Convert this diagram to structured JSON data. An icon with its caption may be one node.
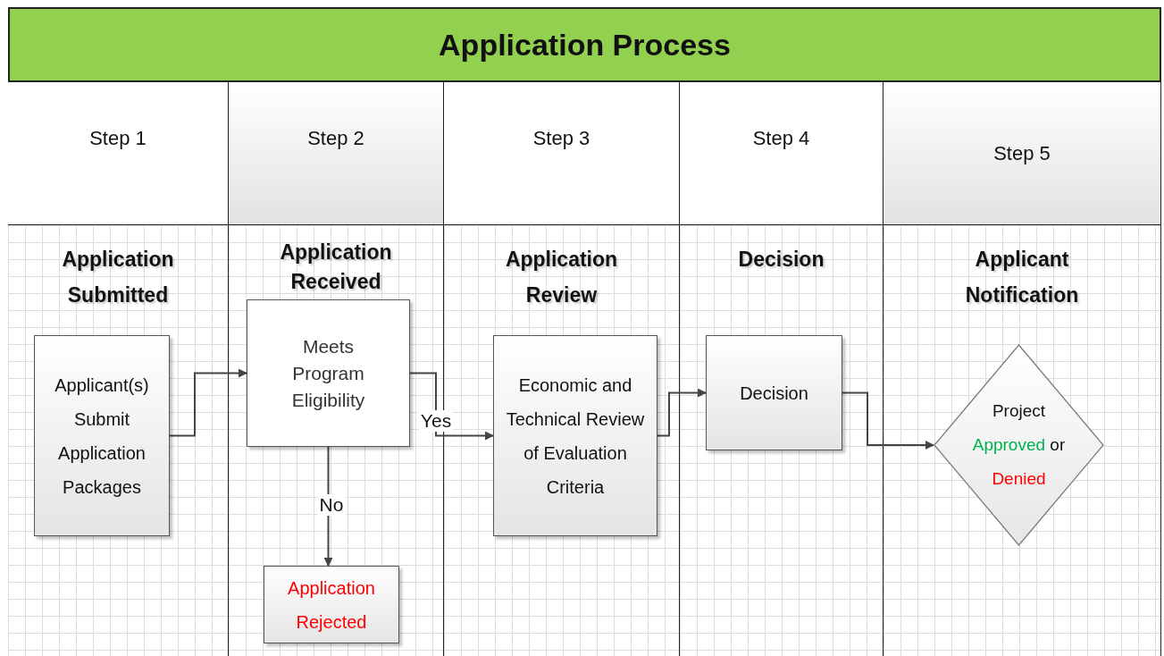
{
  "diagram": {
    "title": "Application Process",
    "nodes": [
      {
        "text": [
          "Step 1",
          "Application Submitted"
        ]
      },
      {
        "text": [
          "Step 2",
          "Application Received"
        ]
      },
      {
        "text": [
          "Step 3",
          "Application Review"
        ]
      },
      {
        "text": [
          "Step 4",
          "Decision"
        ]
      },
      {
        "text": [
          "Step 5",
          "Applicant Notification"
        ]
      },
      {
        "text": [
          "Applicant(s) Submit Application Packages"
        ],
        "in": 0
      },
      {
        "text": [
          "Meets Program Eligibility"
        ],
        "in": 1
      },
      {
        "text": [
          "Application Rejected"
        ],
        "in": 1
      },
      {
        "text": [
          "Economic and Technical Review of Evaluation Criteria"
        ],
        "in": 2
      },
      {
        "text": [
          "Decision"
        ],
        "in": 3
      },
      {
        "text": [
          "Project Approved or Denied"
        ],
        "in": 4
      }
    ],
    "edges": [
      {
        "from": 5,
        "to": 6,
        "arrow": "to"
      },
      {
        "from": 6,
        "to": 8,
        "arrow": "to",
        "label": "Yes"
      },
      {
        "from": 6,
        "to": 7,
        "arrow": "to",
        "label": "No"
      },
      {
        "from": 8,
        "to": 9,
        "arrow": "to"
      },
      {
        "from": 9,
        "to": 10,
        "arrow": "to"
      }
    ]
  }
}
